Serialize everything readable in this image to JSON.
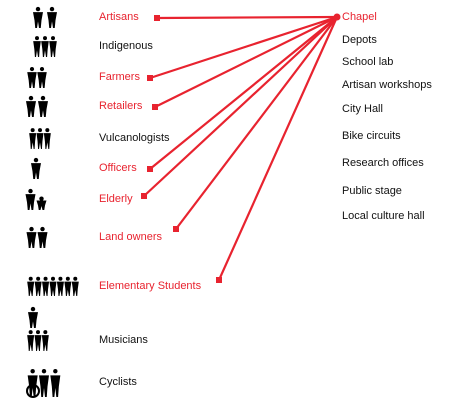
{
  "colors": {
    "link": "#e8232f",
    "text": "#111111",
    "figure": "#000000"
  },
  "groups": [
    {
      "label": "Artisans",
      "linked": true,
      "icon": "two-people-icon"
    },
    {
      "label": "Indigenous",
      "linked": false,
      "icon": "group-people-icon"
    },
    {
      "label": "Farmers",
      "linked": true,
      "icon": "two-people-icon"
    },
    {
      "label": "Retailers",
      "linked": true,
      "icon": "two-people-icon"
    },
    {
      "label": "Vulcanologists",
      "linked": false,
      "icon": "group-people-icon"
    },
    {
      "label": "Officers",
      "linked": true,
      "icon": "person-icon"
    },
    {
      "label": "Elderly",
      "linked": true,
      "icon": "person-with-child-icon"
    },
    {
      "label": "Land owners",
      "linked": true,
      "icon": "two-people-icon"
    },
    {
      "label": "Elementary Students",
      "linked": true,
      "icon": "crowd-icon"
    },
    {
      "label": "",
      "linked": false,
      "icon": "person-icon"
    },
    {
      "label": "Musicians",
      "linked": false,
      "icon": "group-people-icon"
    },
    {
      "label": "Cyclists",
      "linked": false,
      "icon": "cyclists-icon"
    }
  ],
  "places": [
    {
      "label": "Chapel",
      "linked": true
    },
    {
      "label": "Depots",
      "linked": false
    },
    {
      "label": "School lab",
      "linked": false
    },
    {
      "label": "Artisan workshops",
      "linked": false
    },
    {
      "label": "City Hall",
      "linked": false
    },
    {
      "label": "Bike circuits",
      "linked": false
    },
    {
      "label": "Research offices",
      "linked": false
    },
    {
      "label": "Public stage",
      "linked": false
    },
    {
      "label": "Local culture hall",
      "linked": false
    }
  ]
}
